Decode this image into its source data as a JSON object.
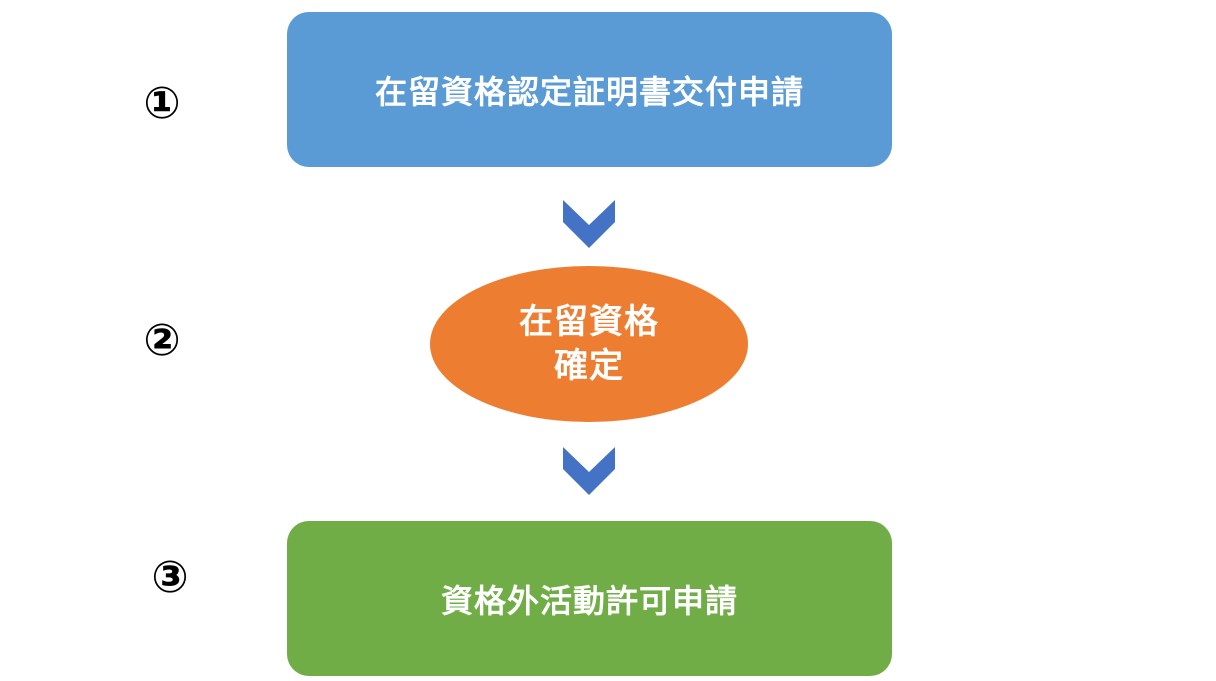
{
  "steps": [
    {
      "number": "①",
      "label": "在留資格認定証明書交付申請",
      "color": "#5b9bd5"
    },
    {
      "number": "②",
      "label_line1": "在留資格",
      "label_line2": "確定",
      "color": "#ed7d31"
    },
    {
      "number": "③",
      "label": "資格外活動許可申請",
      "color": "#70ad47"
    }
  ],
  "arrow": {
    "icon": "chevron-down-icon",
    "color": "#4472c4"
  }
}
